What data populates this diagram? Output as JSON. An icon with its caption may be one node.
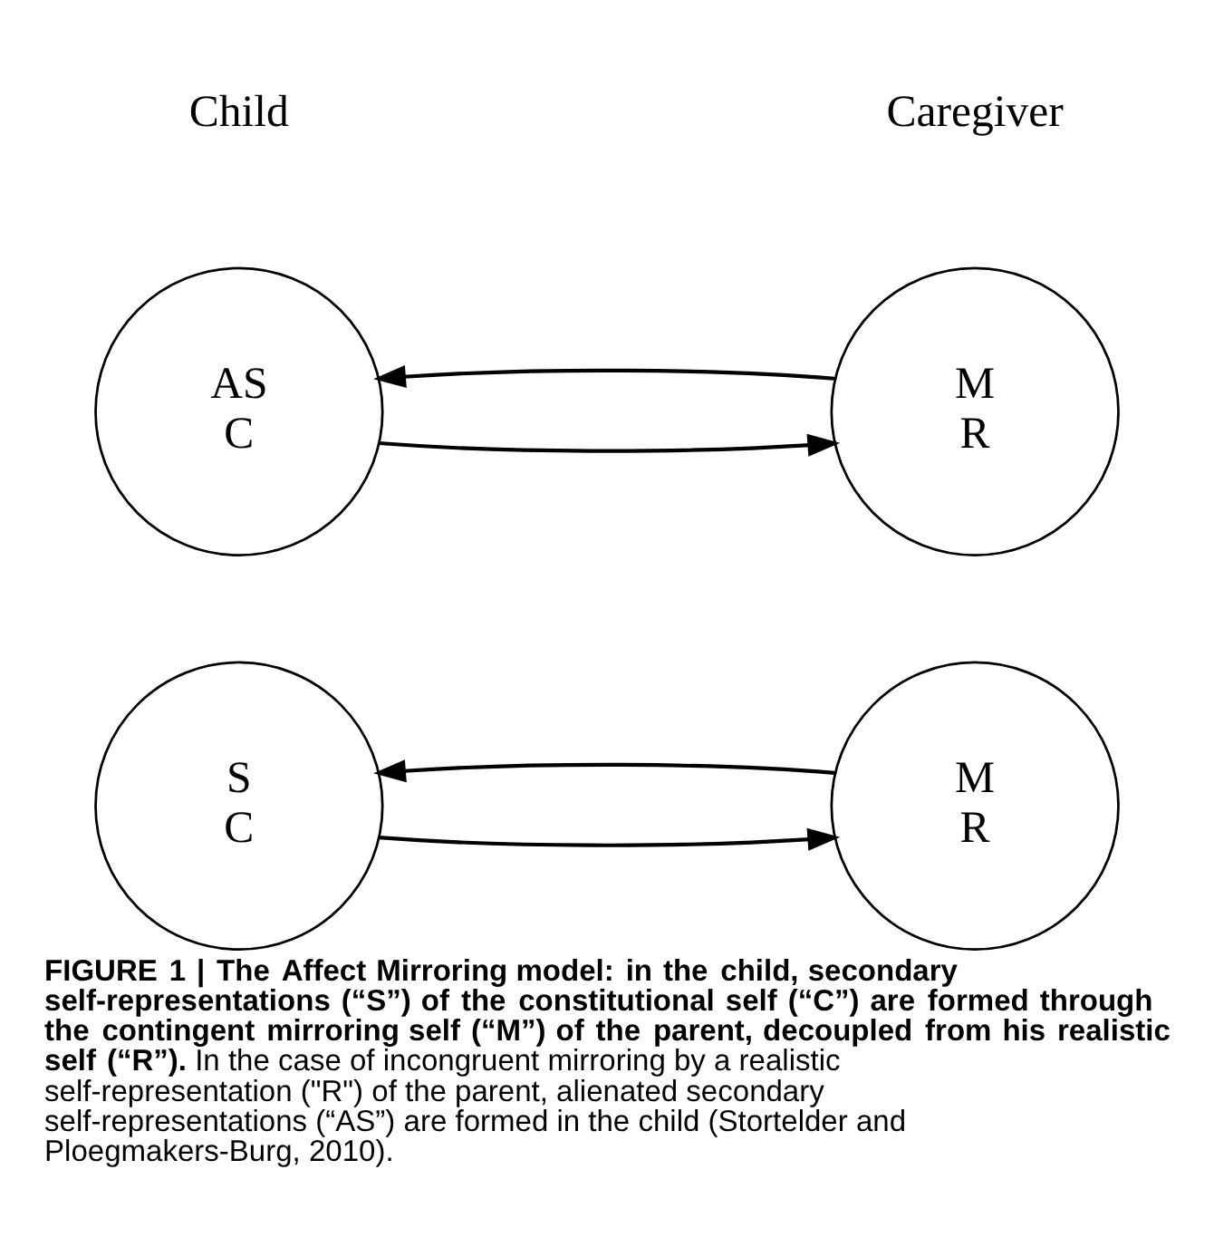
{
  "diagram": {
    "caption": "**FIGURE 1 | The Affect Mirroring model: in the child, secondary self-representations (“S”) of the constitutional self (“C”) are formed through the contingent mirroring self (“M”) of the parent, decoupled from his realistic self (“R”).** In the case of incongruent mirroring by a realistic self-representation (\"R\") of the parent, alienated secondary self-representations (“AS”) are formed in the child (Stortelder and Ploegmakers-Burg, 2010).",
    "nodes": [
      {
        "text": [
          "S",
          "C"
        ]
      },
      {
        "text": [
          "M",
          "R"
        ]
      },
      {
        "text": [
          "AS",
          "C"
        ]
      },
      {
        "text": [
          "M",
          "R"
        ]
      }
    ],
    "edges": [
      {
        "from": 1,
        "to": 0,
        "arrow": "to"
      },
      {
        "from": 0,
        "to": 1,
        "arrow": "to"
      },
      {
        "from": 3,
        "to": 2,
        "arrow": "to"
      },
      {
        "from": 2,
        "to": 3,
        "arrow": "to"
      }
    ],
    "labels": [
      "Child",
      "Caregiver"
    ]
  }
}
